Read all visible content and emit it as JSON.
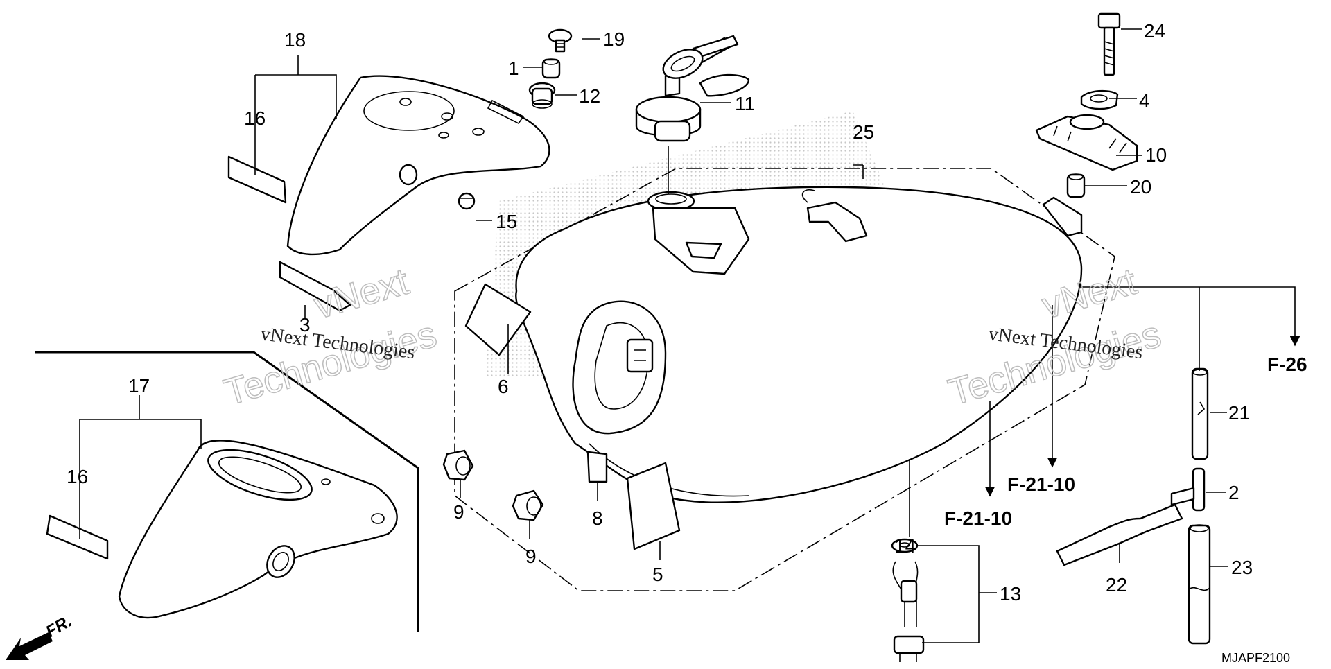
{
  "diagram": {
    "code": "MJAPF2100",
    "fr_label": "FR.",
    "watermark": {
      "line1": "vNext",
      "line2": "Technologies",
      "small": "vNext Technologies"
    },
    "callouts": {
      "c1": "1",
      "c2": "2",
      "c3": "3",
      "c4": "4",
      "c5": "5",
      "c6": "6",
      "c8": "8",
      "c9a": "9",
      "c9b": "9",
      "c10": "10",
      "c11": "11",
      "c12": "12",
      "c13": "13",
      "c14": "14",
      "c15": "15",
      "c16a": "16",
      "c16b": "16",
      "c17": "17",
      "c18": "18",
      "c19": "19",
      "c20": "20",
      "c21": "21",
      "c22": "22",
      "c23": "23",
      "c24": "24",
      "c25": "25"
    },
    "refs": {
      "f26": "F-26",
      "f2110a": "F-21-10",
      "f2110b": "F-21-10"
    }
  }
}
